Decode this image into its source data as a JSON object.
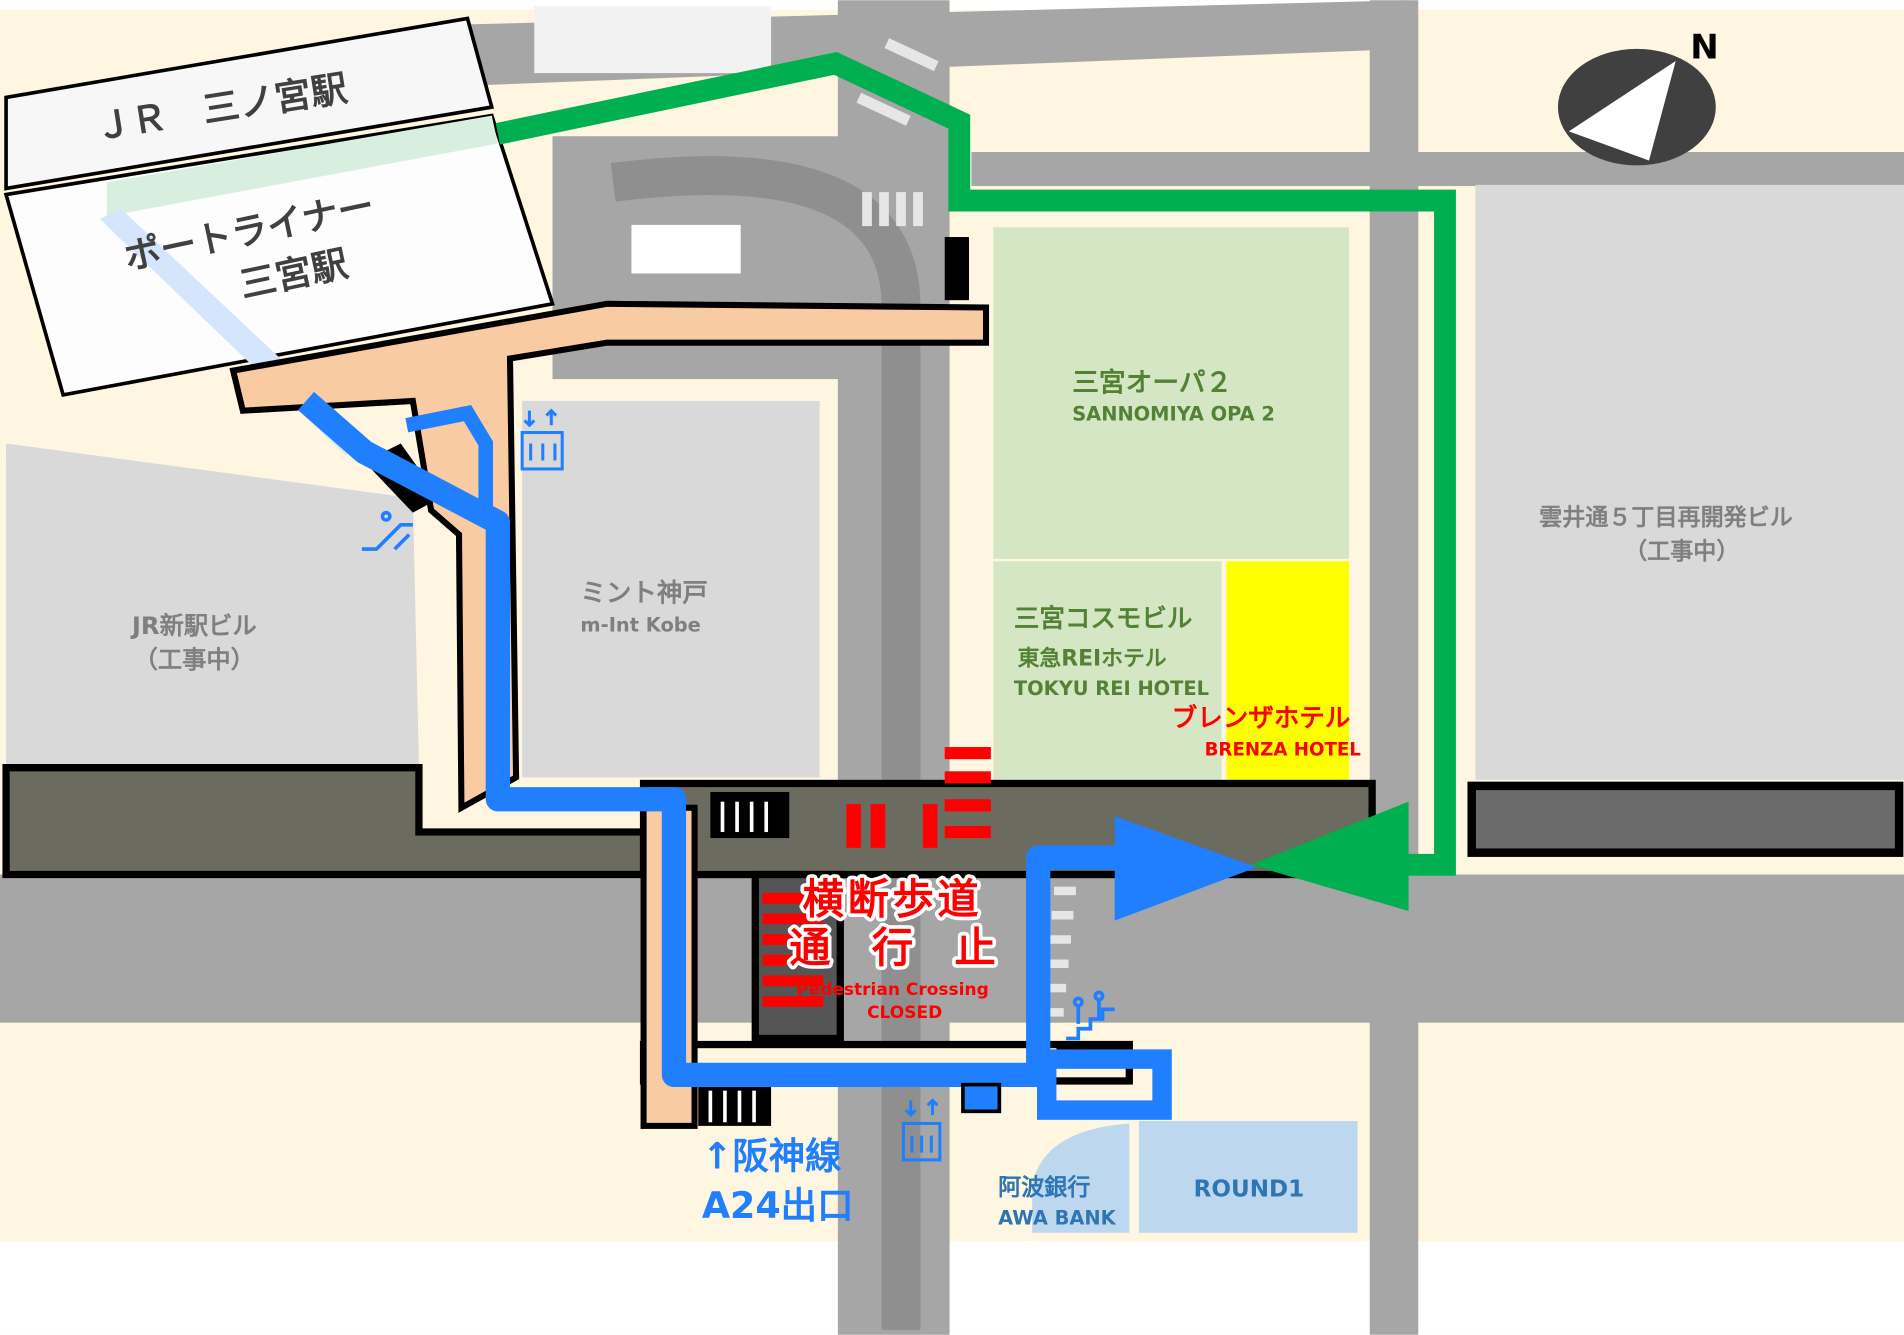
{
  "compass": {
    "label": "N"
  },
  "stations": {
    "jr": "ＪＲ　三ノ宮駅",
    "portliner_line1": "ポートライナー",
    "portliner_line2": "三宮駅"
  },
  "buildings": {
    "jr_new_line1": "JR新駅ビル",
    "jr_new_line2": "（工事中）",
    "mint_jp": "ミント神戸",
    "mint_en": "m-Int Kobe",
    "opa_jp": "三宮オーパ２",
    "opa_en": "SANNOMIYA OPA 2",
    "cosmo_jp": "三宮コスモビル",
    "tokyu_jp": "東急REIホテル",
    "tokyu_en": "TOKYU REI HOTEL",
    "brenza_jp": "ブレンザホテル",
    "brenza_en": "BRENZA HOTEL",
    "kumoi_line1": "雲井通５丁目再開発ビル",
    "kumoi_line2": "（工事中）",
    "awa_jp": "阿波銀行",
    "awa_en": "AWA  BANK",
    "round1": "ROUND1"
  },
  "closure": {
    "jp_line1": "横断歩道",
    "jp_line2": "通　行　止",
    "en_line1": "Pedestrian Crossing",
    "en_line2": "CLOSED"
  },
  "exit": {
    "line1": "↑阪神線",
    "line2": "A24出口"
  },
  "colors": {
    "route_blue": "#1f7fff",
    "route_green": "#00b050",
    "closed_red": "#ff0000",
    "brenza_yellow": "#ffff00"
  }
}
